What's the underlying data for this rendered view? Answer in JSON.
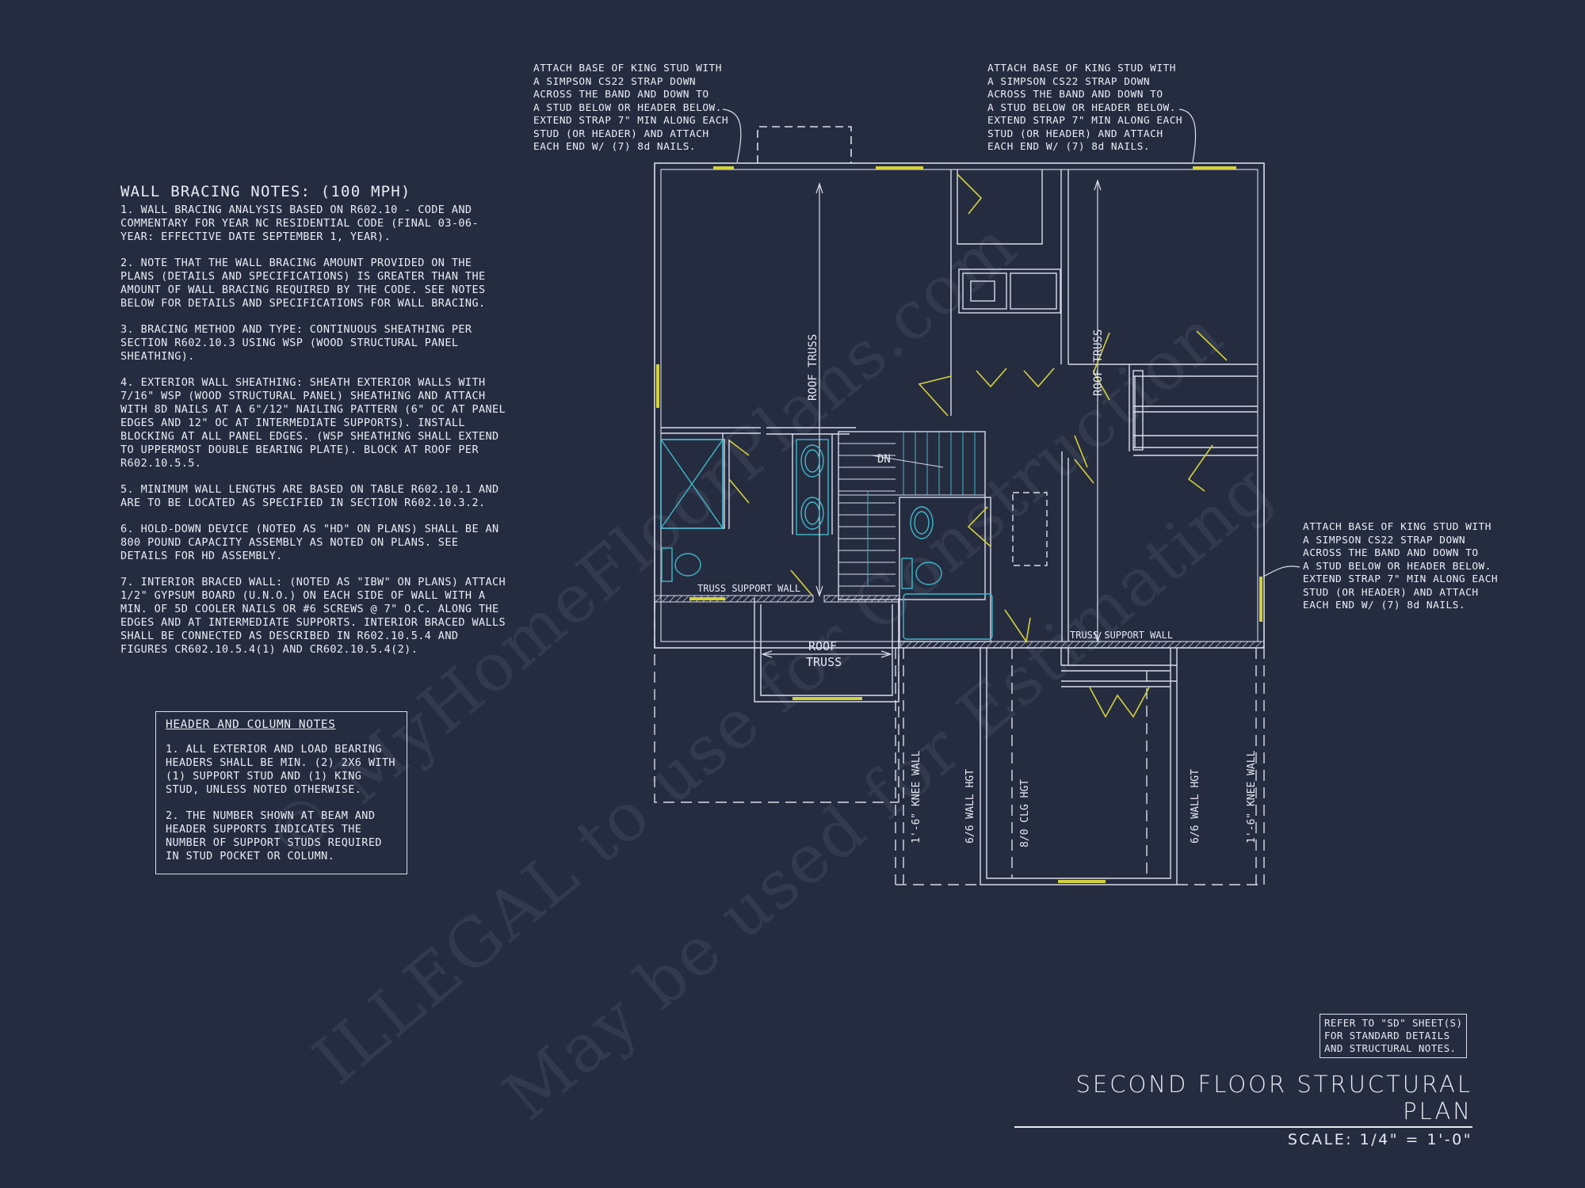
{
  "notes": {
    "title": "WALL BRACING NOTES: (100 MPH)",
    "items": [
      "1. WALL BRACING ANALYSIS BASED ON R602.10 - CODE AND COMMENTARY FOR YEAR NC RESIDENTIAL CODE (FINAL 03-06-YEAR: EFFECTIVE DATE SEPTEMBER 1, YEAR).",
      "2. NOTE THAT THE WALL BRACING AMOUNT PROVIDED ON THE PLANS (DETAILS AND SPECIFICATIONS) IS GREATER THAN THE AMOUNT OF WALL BRACING REQUIRED BY THE CODE. SEE NOTES BELOW FOR DETAILS AND SPECIFICATIONS FOR WALL BRACING.",
      "3. BRACING METHOD AND TYPE: CONTINUOUS SHEATHING PER SECTION R602.10.3 USING WSP (WOOD STRUCTURAL PANEL SHEATHING).",
      "4. EXTERIOR WALL SHEATHING: SHEATH EXTERIOR WALLS WITH 7/16\" WSP (WOOD STRUCTURAL PANEL) SHEATHING AND ATTACH WITH 8d NAILS AT A 6\"/12\" NAILING PATTERN (6\" OC AT PANEL EDGES AND 12\" OC AT INTERMEDIATE SUPPORTS). INSTALL BLOCKING AT ALL PANEL EDGES. (WSP SHEATHING SHALL EXTEND TO UPPERMOST DOUBLE BEARING PLATE). BLOCK AT ROOF PER R602.10.5.5.",
      "5. MINIMUM WALL LENGTHS ARE BASED ON TABLE R602.10.1 AND ARE TO BE LOCATED AS SPECIFIED IN SECTION R602.10.3.2.",
      "6. HOLD-DOWN DEVICE (NOTED AS \"HD\" ON PLANS) SHALL BE AN 800 POUND CAPACITY ASSEMBLY AS NOTED ON PLANS. SEE DETAILS FOR HD ASSEMBLY.",
      "7. INTERIOR BRACED WALL: (NOTED AS \"IBW\" ON PLANS) ATTACH 1/2\" GYPSUM BOARD (U.N.O.) ON EACH SIDE OF WALL WITH A MIN. OF 5d COOLER NAILS OR #6 SCREWS @ 7\" O.C. ALONG THE EDGES AND AT INTERMEDIATE SUPPORTS. INTERIOR BRACED WALLS SHALL BE CONNECTED AS DESCRIBED IN R602.10.5.4 AND FIGURES CR602.10.5.4(1) AND CR602.10.5.4(2)."
    ]
  },
  "header_notes": {
    "title": "HEADER AND COLUMN NOTES",
    "items": [
      "1. ALL EXTERIOR AND LOAD BEARING HEADERS SHALL BE MIN. (2) 2x6 WITH (1) SUPPORT STUD AND (1) KING STUD, UNLESS NOTED OTHERWISE.",
      "2. THE NUMBER SHOWN AT BEAM AND HEADER SUPPORTS INDICATES THE NUMBER OF SUPPORT STUDS REQUIRED IN STUD POCKET OR COLUMN."
    ]
  },
  "callouts": {
    "top_left": "ATTACH BASE OF KING STUD WITH\nA SIMPSON CS22 STRAP DOWN\nACROSS THE BAND AND DOWN TO\nA STUD BELOW OR HEADER BELOW.\nEXTEND STRAP 7\" MIN ALONG EACH\nSTUD (OR HEADER) AND ATTACH\nEACH END W/ (7) 8d NAILS.",
    "top_right": "ATTACH BASE OF KING STUD WITH\nA SIMPSON CS22 STRAP DOWN\nACROSS THE BAND AND DOWN TO\nA STUD BELOW OR HEADER BELOW.\nEXTEND STRAP 7\" MIN ALONG EACH\nSTUD (OR HEADER) AND ATTACH\nEACH END W/ (7) 8d NAILS.",
    "right": "ATTACH BASE OF KING STUD WITH\nA SIMPSON CS22 STRAP DOWN\nACROSS THE BAND AND DOWN TO\nA STUD BELOW OR HEADER BELOW.\nEXTEND STRAP 7\" MIN ALONG EACH\nSTUD (OR HEADER) AND ATTACH\nEACH END W/ (7) 8d NAILS."
  },
  "plan_labels": {
    "roof_truss_vertical": "ROOF TRUSS",
    "roof": "ROOF",
    "truss": "TRUSS",
    "dn": "DN",
    "truss_support_wall": "TRUSS SUPPORT WALL",
    "knee_wall": "1'-6\" KNEE WALL",
    "wall_hgt": "6/6 WALL HGT",
    "clg_hgt": "8/0 CLG HGT"
  },
  "refer": "REFER TO \"SD\" SHEET(S)\nFOR STANDARD DETAILS\nAND STRUCTURAL NOTES.",
  "plan_title": "SECOND FLOOR STRUCTURAL PLAN",
  "plan_scale": "SCALE: 1/4\" = 1'-0\"",
  "watermark": {
    "line1": "© MyHomeFloorPlans.com",
    "line2": "ILLEGAL to use for Construction",
    "line3": "May be used for Estimating"
  },
  "colors": {
    "background": "#262c40",
    "lines": "#d8dcea",
    "header_marks": "#d4d23a",
    "fixtures": "#3fb8c8"
  }
}
